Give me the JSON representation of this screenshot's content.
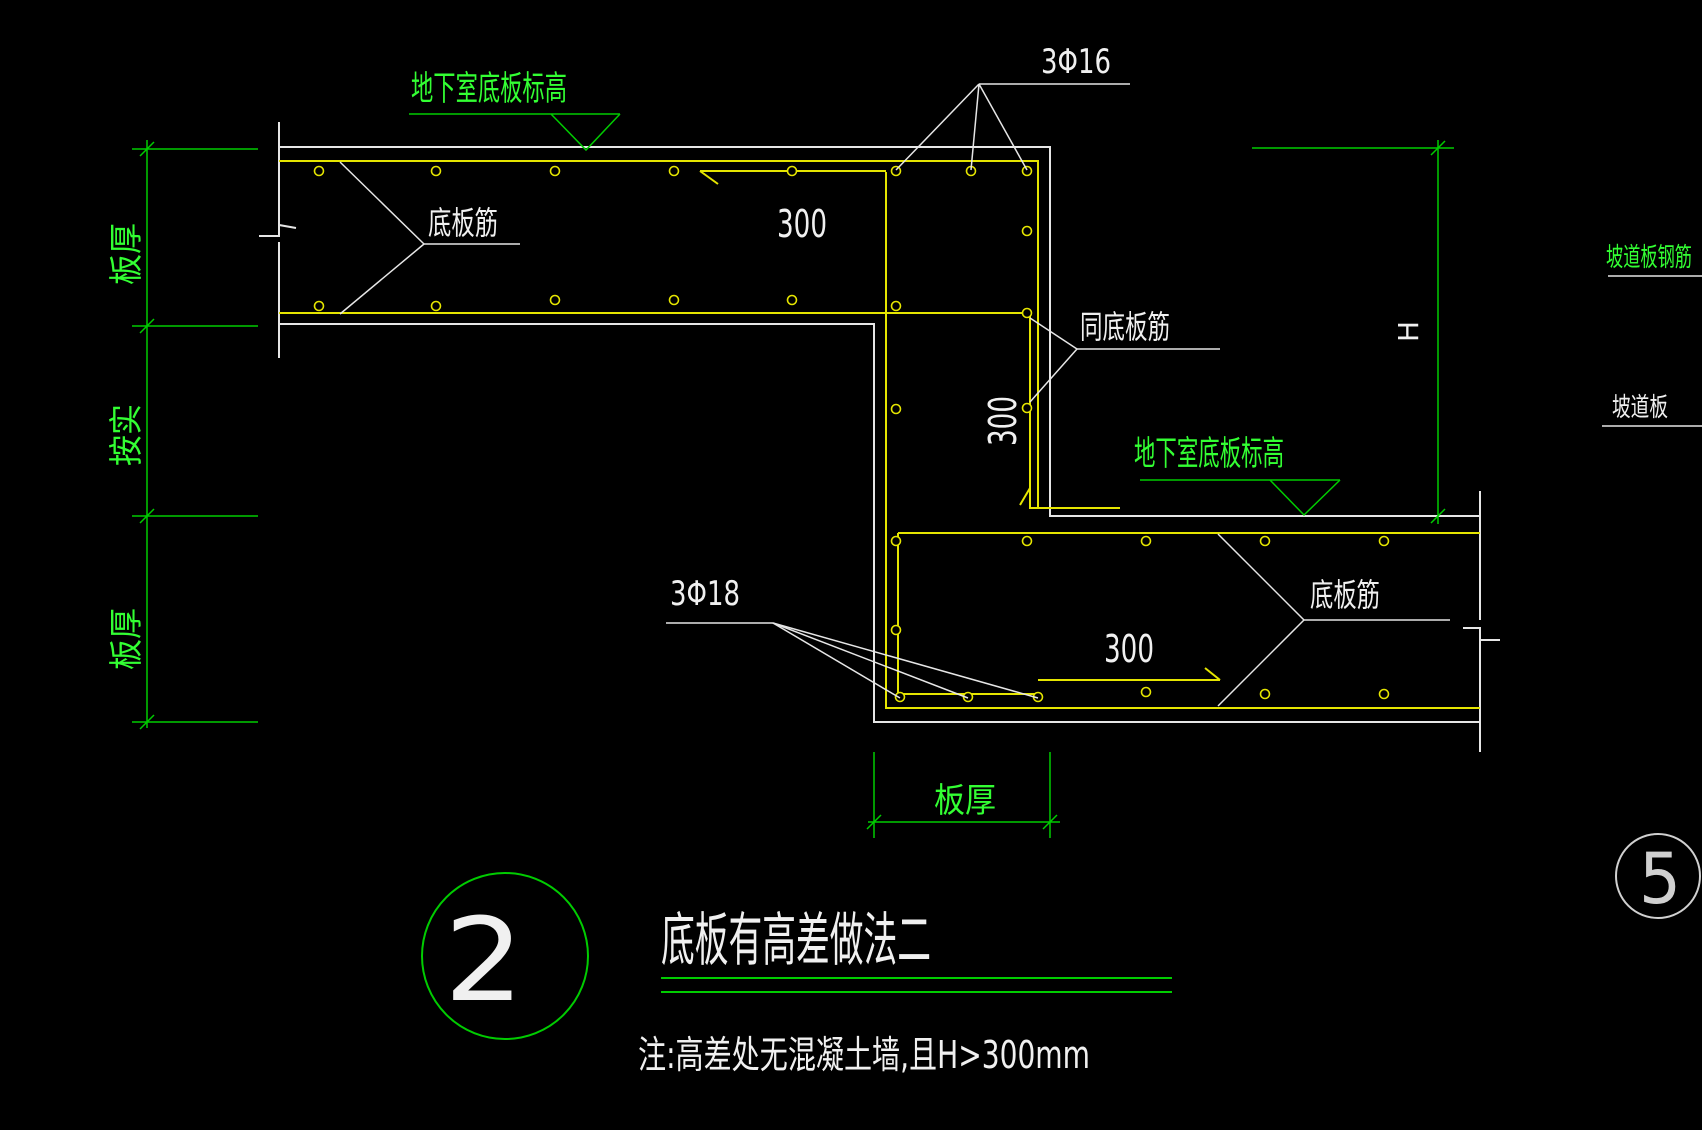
{
  "drawing": {
    "detail_number": "2",
    "title": "底板有高差做法二",
    "note": "注:高差处无混凝土墙,且H>300mm",
    "partial_detail_number": "5"
  },
  "labels": {
    "elevation_top": "地下室底板标高",
    "elevation_low": "地下室底板标高",
    "rebar_top": "3Φ16",
    "rebar_bottom": "3Φ18",
    "slab_bar_left": "底板筋",
    "slab_bar_right": "底板筋",
    "same_slab_bar": "同底板筋",
    "dim_300_top": "300",
    "dim_300_vertical": "300",
    "dim_300_bottom": "300",
    "height_H": "H",
    "ramp_rebar": "坡道板钢筋",
    "ramp_slab": "坡道板"
  },
  "dimensions": {
    "left_upper": "板厚",
    "left_middle": "按实",
    "left_lower": "板厚",
    "bottom": "板厚"
  },
  "colors": {
    "background": "#000000",
    "outline": "#e6e6e6",
    "rebar": "#e5e500",
    "dimension": "#00cc00",
    "label_green": "#33ff33",
    "text": "#f0f0f0"
  }
}
